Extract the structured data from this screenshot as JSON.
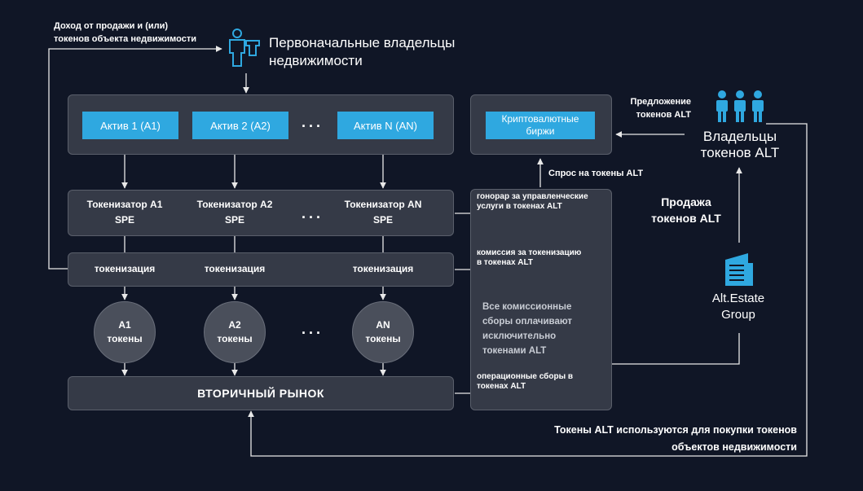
{
  "revenue_label_line1": "Доход от продажи и (или)",
  "revenue_label_line2": "токенов объекта недвижимости",
  "initial_owners_line1": "Первоначальные владельцы",
  "initial_owners_line2": "недвижимости",
  "assets": [
    "Актив 1 (A1)",
    "Актив 2 (A2)",
    "Актив N (AN)"
  ],
  "ellipsis": "...",
  "tokenizers": [
    {
      "name": "Токенизатор А1",
      "type": "SPE"
    },
    {
      "name": "Токенизатор А2",
      "type": "SPE"
    },
    {
      "name": "Токенизатор AN",
      "type": "SPE"
    }
  ],
  "tokenization_label": "токенизация",
  "token_circles": [
    {
      "id": "А1",
      "label": "токены"
    },
    {
      "id": "А2",
      "label": "токены"
    },
    {
      "id": "AN",
      "label": "токены"
    }
  ],
  "secondary_market": "ВТОРИЧНЫЙ РЫНОК",
  "crypto_exchanges_line1": "Криптовалютные",
  "crypto_exchanges_line2": "биржи",
  "demand_label": "Спрос на токены ALT",
  "supply_label_line1": "Предложение",
  "supply_label_line2": "токенов ALT",
  "alt_owners_line1": "Владельцы",
  "alt_owners_line2": "токенов ALT",
  "sale_label_line1": "Продажа",
  "sale_label_line2": "токенов ALT",
  "group_line1": "Alt.Estate",
  "group_line2": "Group",
  "fees": {
    "management_line1": "гонорар за управленческие",
    "management_line2": "услуги в токенах ALT",
    "tokenization_line1": "комиссия за токенизацию",
    "tokenization_line2": "в токенах ALT",
    "all_fees_line1": "Все комиссионные",
    "all_fees_line2": "сборы оплачивают",
    "all_fees_line3": "исключительно",
    "all_fees_line4": "токенами ALT",
    "operational_line1": "операционные сборы в",
    "operational_line2": "токенах ALT"
  },
  "bottom_note_line1": "Токены ALT используются для покупки токенов",
  "bottom_note_line2": "объектов недвижимости",
  "colors": {
    "background": "#101626",
    "panel": "#353a47",
    "accent": "#2fa8e0",
    "line": "#e8e8e8"
  }
}
